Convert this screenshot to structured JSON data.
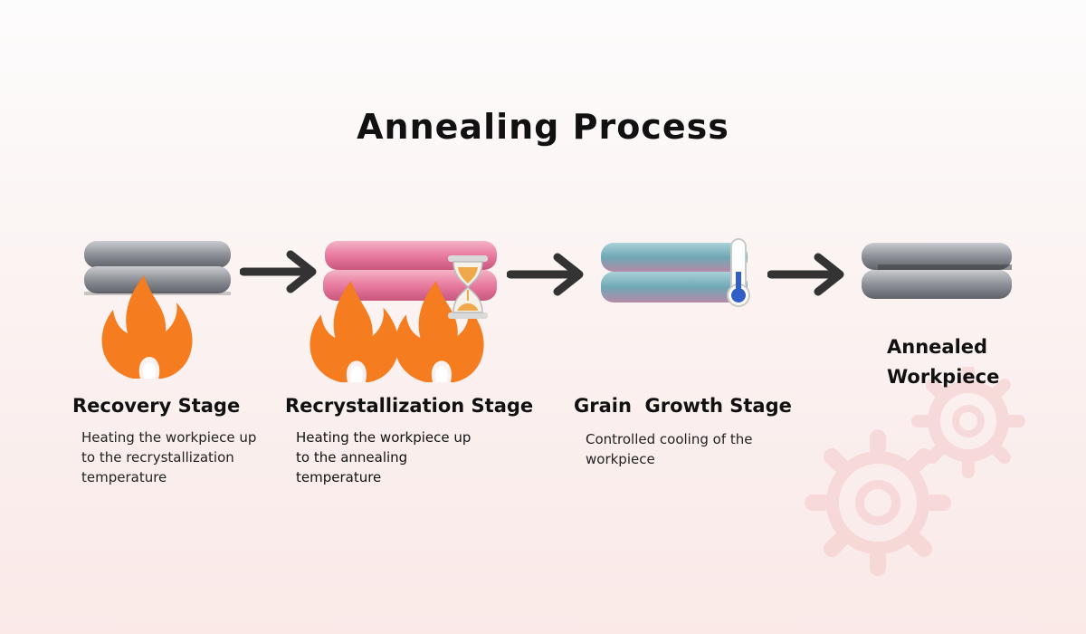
{
  "title": "Annealing Process",
  "stages": [
    {
      "title": "Recovery Stage",
      "description": "Heating the workpiece up to the recrystallization temperature"
    },
    {
      "title": "Recrystallization Stage",
      "description": "Heating the workpiece up to the annealing temperature"
    },
    {
      "title": "Grain  Growth Stage",
      "description": "Controlled cooling of the workpiece"
    }
  ],
  "final": {
    "title_line1": "Annealed",
    "title_line2": "Workpiece"
  },
  "icons": {
    "fire": "fire-icon",
    "hourglass": "hourglass-icon",
    "thermometer": "thermometer-icon",
    "arrow": "arrow-right-icon",
    "gear": "gear-icon"
  },
  "colors": {
    "flame": "#f57c1f",
    "metal_gray": "#8d9096",
    "metal_pink": "#e97aa0",
    "metal_teal": "#6fa8b4",
    "arrow": "#333333",
    "thermo_blue": "#2f5fc7"
  }
}
